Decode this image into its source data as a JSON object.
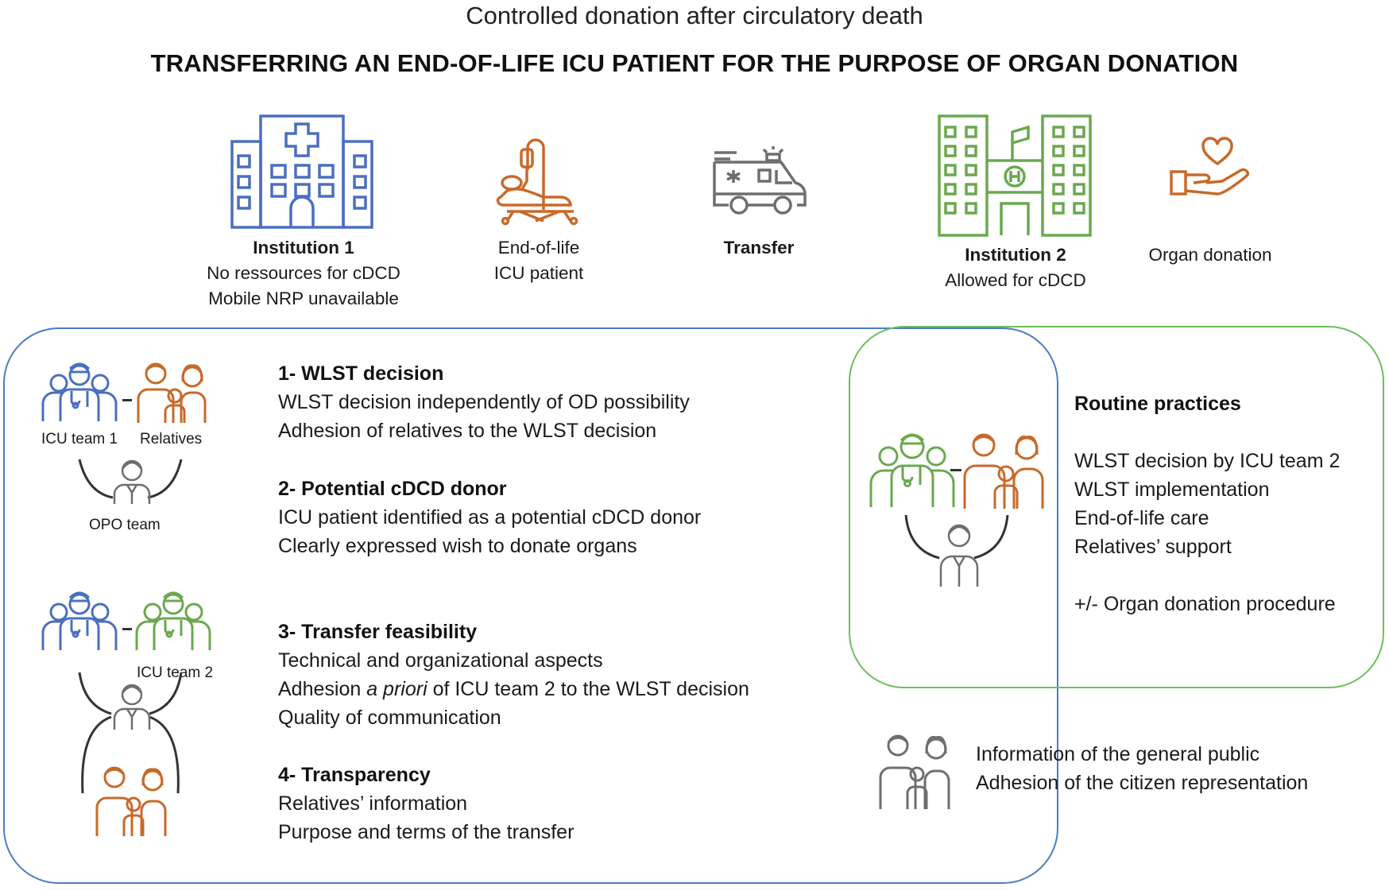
{
  "header": {
    "subtitle": "Controlled donation after circulatory death",
    "title": "TRANSFERRING AN END-OF-LIFE ICU PATIENT FOR THE PURPOSE OF ORGAN DONATION"
  },
  "top_row": {
    "institution1": {
      "title": "Institution 1",
      "line1": "No ressources for cDCD",
      "line2": "Mobile NRP unavailable",
      "icon": "hospital-icon"
    },
    "patient": {
      "line1": "End-of-life",
      "line2": "ICU patient",
      "icon": "patient-bed-icon"
    },
    "transfer": {
      "title": "Transfer",
      "icon": "ambulance-icon"
    },
    "institution2": {
      "title": "Institution 2",
      "line1": "Allowed for cDCD",
      "icon": "hospital-icon"
    },
    "donation": {
      "label": "Organ donation",
      "icon": "heart-hand-icon"
    }
  },
  "left_panel": {
    "labels": {
      "icu_team1": "ICU team 1",
      "relatives": "Relatives",
      "opo_team": "OPO team",
      "icu_team2": "ICU team 2"
    },
    "step1": {
      "title": "1- WLST decision",
      "line1": "WLST decision independently of OD possibility",
      "line2": "Adhesion of relatives to the WLST decision"
    },
    "step2": {
      "title": "2- Potential cDCD donor",
      "line1": "ICU patient identified as a potential cDCD donor",
      "line2": "Clearly expressed wish to donate organs"
    },
    "step3": {
      "title": "3- Transfer feasibility",
      "line1": "Technical and organizational aspects",
      "line2_pre": "Adhesion ",
      "line2_em": "a priori",
      "line2_post": " of ICU team 2 to the WLST decision",
      "line3": "Quality of communication"
    },
    "step4": {
      "title": "4- Transparency",
      "line1": "Relatives’ information",
      "line2": "Purpose and terms of the transfer"
    }
  },
  "right_panel": {
    "title": "Routine practices",
    "items": [
      "WLST decision by ICU team 2",
      "WLST implementation",
      "End-of-life care",
      "Relatives’ support"
    ],
    "extra": "+/- Organ donation procedure"
  },
  "public": {
    "line1": "Information of the general public",
    "line2": "Adhesion of the citizen representation"
  },
  "colors": {
    "blue": "#4a6fc0",
    "orange": "#c8692a",
    "green": "#6aa84f",
    "gray": "#6e6e6e"
  }
}
